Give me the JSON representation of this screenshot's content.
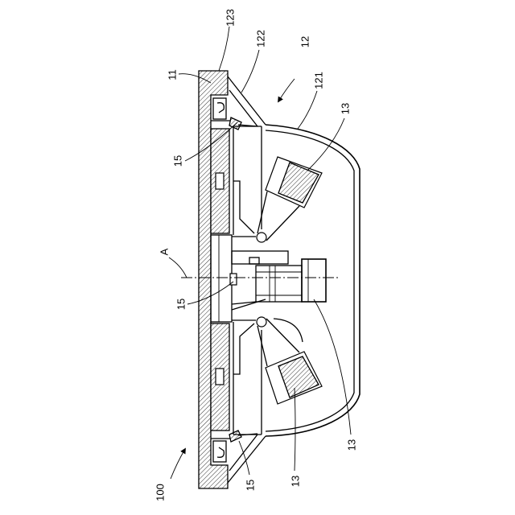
{
  "figure": {
    "background": "#ffffff",
    "line_color": "#000000"
  },
  "reference_numerals": [
    "123",
    "11",
    "122",
    "12",
    "121",
    "13",
    "15",
    "A",
    "15",
    "13",
    "100",
    "15",
    "13"
  ]
}
